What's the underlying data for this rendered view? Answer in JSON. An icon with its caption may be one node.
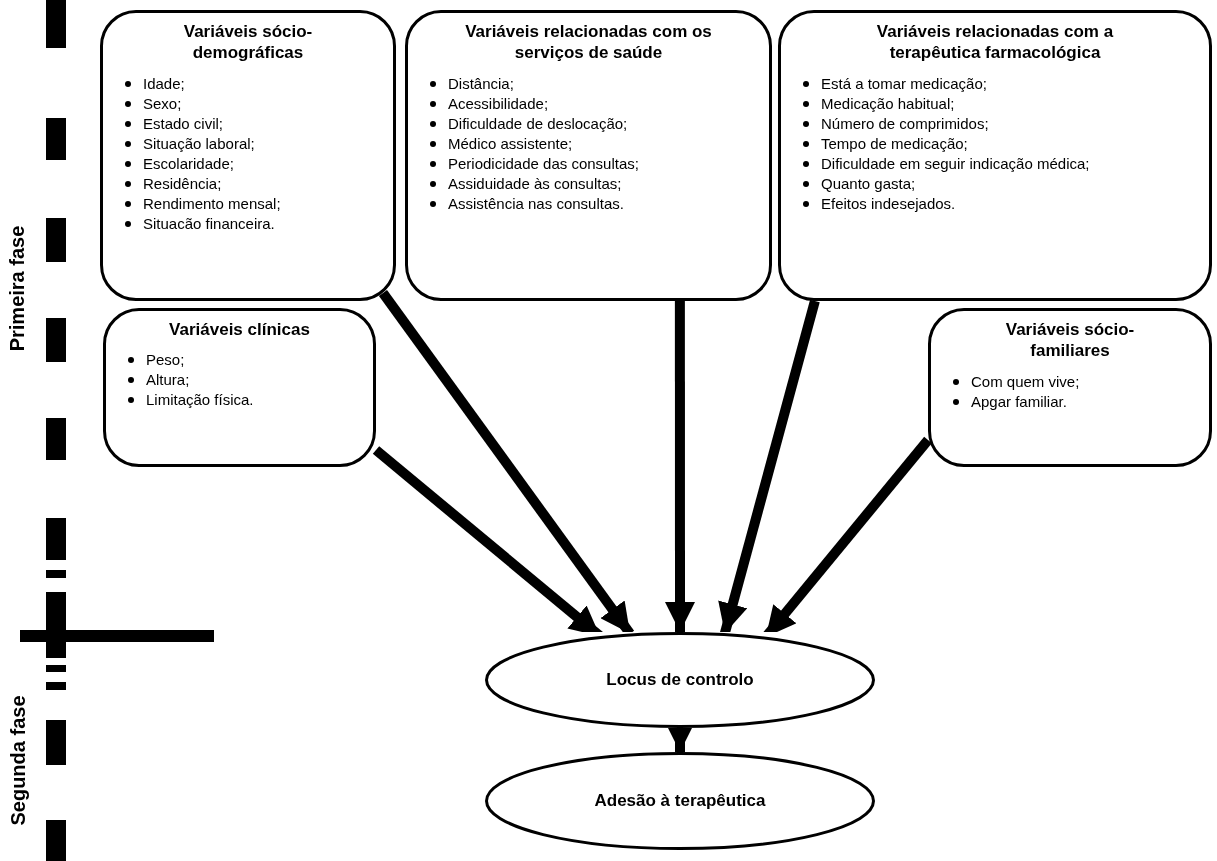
{
  "diagram": {
    "nodes": [
      {
        "text": [
          "Variáveis sócio-demográficas",
          "Idade;",
          "Sexo;",
          "Estado civil;",
          "Situação laboral;",
          "Escolaridade;",
          "Residência;",
          "Rendimento mensal;",
          "Situacão financeira."
        ]
      },
      {
        "text": [
          "Variáveis relacionadas com os serviços de saúde",
          "Distância;",
          "Acessibilidade;",
          "Dificuldade de deslocação;",
          "Médico assistente;",
          "Periodicidade das consultas;",
          "Assiduidade às consultas;",
          "Assistência nas consultas."
        ]
      },
      {
        "text": [
          "Variáveis relacionadas com a terapêutica farmacológica",
          "Está a tomar medicação;",
          "Medicação habitual;",
          "Número de comprimidos;",
          "Tempo de medicação;",
          "Dificuldade em seguir indicação médica;",
          "Quanto gasta;",
          "Efeitos indesejados."
        ]
      },
      {
        "text": [
          "Variáveis clínicas",
          "Peso;",
          "Altura;",
          "Limitação física."
        ]
      },
      {
        "text": [
          "Variáveis sócio-familiares",
          "Com quem vive;",
          "Apgar familiar."
        ]
      },
      {
        "text": [
          "Locus de controlo"
        ]
      },
      {
        "text": [
          "Adesão à terapêutica"
        ]
      }
    ],
    "edges": [
      {
        "from": 0,
        "to": 5,
        "arrow": "to"
      },
      {
        "from": 1,
        "to": 5,
        "arrow": "to"
      },
      {
        "from": 2,
        "to": 5,
        "arrow": "to"
      },
      {
        "from": 3,
        "to": 5,
        "arrow": "to"
      },
      {
        "from": 4,
        "to": 5,
        "arrow": "to"
      },
      {
        "from": 5,
        "to": 6,
        "arrow": "to"
      }
    ],
    "labels": [
      "Primeira fase",
      "Segunda fase"
    ]
  }
}
